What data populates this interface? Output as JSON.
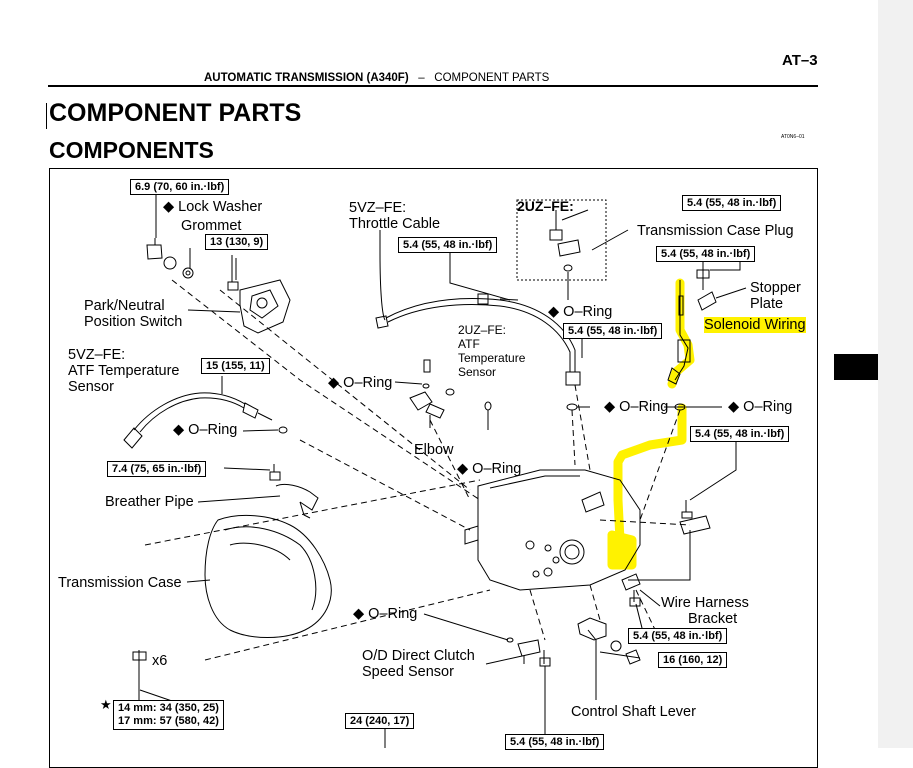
{
  "header": {
    "page": "AT–3",
    "title_bold": "AUTOMATIC TRANSMISSION (A340F)",
    "dash": "–",
    "title_section": "COMPONENT PARTS"
  },
  "headings": {
    "h1": "COMPONENT PARTS",
    "h2": "COMPONENTS",
    "ref": "AT0N6–01"
  },
  "labels": {
    "lock_washer": "◆ Lock Washer",
    "grommet": "Grommet",
    "park_neutral_1": "Park/Neutral",
    "park_neutral_2": "Position Switch",
    "vz_atf_1": "5VZ–FE:",
    "vz_atf_2": "ATF Temperature",
    "vz_atf_3": "Sensor",
    "o_ring_atf": "◆ O–Ring",
    "breather": "Breather Pipe",
    "trans_case": "Transmission Case",
    "x6": "x6",
    "star": "★",
    "vz_throttle_1": "5VZ–FE:",
    "vz_throttle_2": "Throttle Cable",
    "uz_atf_1": "2UZ–FE:",
    "uz_atf_2": "ATF",
    "uz_atf_3": "Temperature",
    "uz_atf_4": "Sensor",
    "o_ring_left": "◆ O–Ring",
    "elbow": "Elbow",
    "o_ring_elbow": "◆ O–Ring",
    "uz_fe_top": "2UZ–FE:",
    "trans_case_plug": "Transmission Case Plug",
    "o_ring_plug": "◆ O–Ring",
    "stopper_1": "Stopper",
    "stopper_2": "Plate",
    "solenoid": "Solenoid Wiring",
    "o_ring_mid": "◆ O–Ring",
    "o_ring_right": "◆ O–Ring",
    "wire_harness_1": "Wire Harness",
    "wire_harness_2": "Bracket",
    "o_ring_od": "◆ O–Ring",
    "od_1": "O/D Direct Clutch",
    "od_2": "Speed Sensor",
    "control_shaft": "Control Shaft Lever"
  },
  "torque": {
    "t_69": "6.9 (70, 60 in.·lbf)",
    "t_13": "13 (130, 9)",
    "t_15": "15 (155, 11)",
    "t_74": "7.4 (75, 65 in.·lbf)",
    "t_14_17_a": "14 mm: 34 (350, 25)",
    "t_14_17_b": "17 mm: 57 (580, 42)",
    "t_24": "24 (240, 17)",
    "t_54_throttle": "5.4 (55, 48 in.·lbf)",
    "t_54_plug": "5.4 (55, 48 in.·lbf)",
    "t_54_stopper": "5.4 (55, 48 in.·lbf)",
    "t_54_atf": "5.4 (55, 48 in.·lbf)",
    "t_54_bracket_upper": "5.4 (55, 48 in.·lbf)",
    "t_54_bracket_lower": "5.4 (55, 48 in.·lbf)",
    "t_16": "16 (160, 12)",
    "t_54_bottom": "5.4 (55, 48 in.·lbf)"
  },
  "colors": {
    "highlight": "#fff200",
    "sidebar": "#f1f1f1"
  }
}
